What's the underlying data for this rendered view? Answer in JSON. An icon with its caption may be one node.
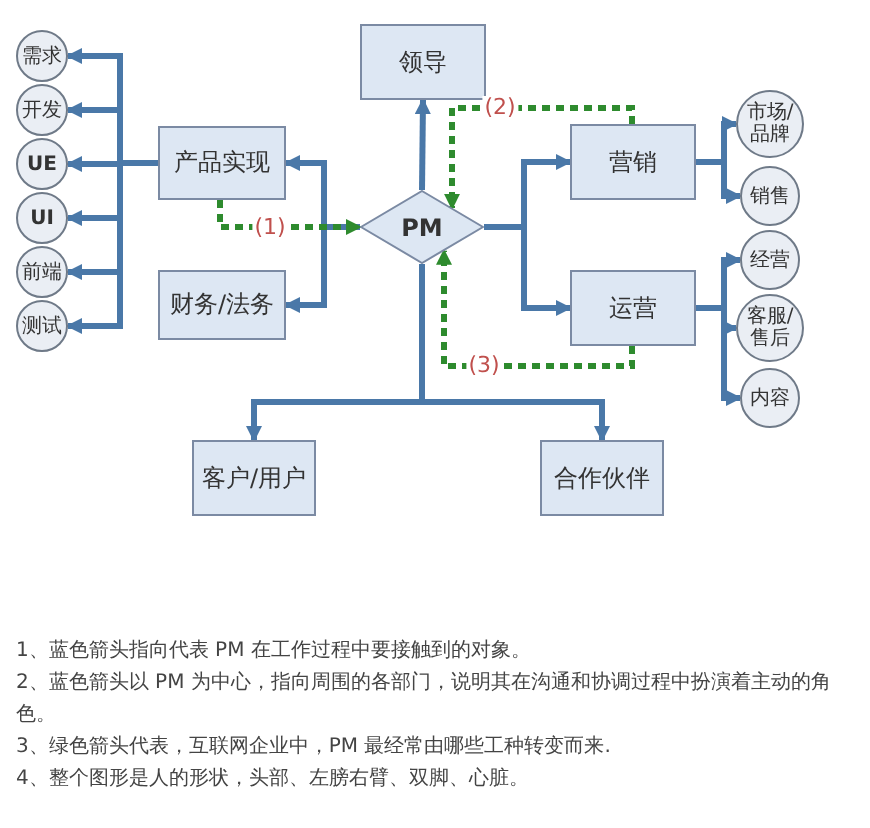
{
  "diagram": {
    "nodes": [
      {
        "text": [
          "领导"
        ]
      },
      {
        "text": [
          "PM"
        ]
      },
      {
        "text": [
          "产品实现"
        ]
      },
      {
        "text": [
          "财务/法务"
        ]
      },
      {
        "text": [
          "营销"
        ]
      },
      {
        "text": [
          "运营"
        ]
      },
      {
        "text": [
          "需求"
        ]
      },
      {
        "text": [
          "开发"
        ]
      },
      {
        "text": [
          "UE"
        ]
      },
      {
        "text": [
          "UI"
        ]
      },
      {
        "text": [
          "前端"
        ]
      },
      {
        "text": [
          "测试"
        ]
      },
      {
        "text": [
          "市场/品牌"
        ]
      },
      {
        "text": [
          "销售"
        ]
      },
      {
        "text": [
          "经营"
        ]
      },
      {
        "text": [
          "客服/售后"
        ]
      },
      {
        "text": [
          "内容"
        ]
      },
      {
        "text": [
          "客户/用户"
        ]
      },
      {
        "text": [
          "合作伙伴"
        ]
      }
    ],
    "edges": [
      {
        "from": 1,
        "to": 0,
        "arrow": "to"
      },
      {
        "from": 1,
        "to": 2,
        "arrow": "to"
      },
      {
        "from": 1,
        "to": 3,
        "arrow": "to"
      },
      {
        "from": 2,
        "to": 6,
        "arrow": "to"
      },
      {
        "from": 2,
        "to": 7,
        "arrow": "to"
      },
      {
        "from": 2,
        "to": 8,
        "arrow": "to"
      },
      {
        "from": 2,
        "to": 9,
        "arrow": "to"
      },
      {
        "from": 2,
        "to": 10,
        "arrow": "to"
      },
      {
        "from": 2,
        "to": 11,
        "arrow": "to"
      },
      {
        "from": 1,
        "to": 4,
        "arrow": "to"
      },
      {
        "from": 1,
        "to": 5,
        "arrow": "to"
      },
      {
        "from": 4,
        "to": 12,
        "arrow": "to"
      },
      {
        "from": 4,
        "to": 13,
        "arrow": "to"
      },
      {
        "from": 5,
        "to": 14,
        "arrow": "to"
      },
      {
        "from": 5,
        "to": 15,
        "arrow": "to"
      },
      {
        "from": 5,
        "to": 16,
        "arrow": "to"
      },
      {
        "from": 1,
        "to": 17,
        "arrow": "to"
      },
      {
        "from": 1,
        "to": 18,
        "arrow": "to"
      },
      {
        "from": 2,
        "to": 1,
        "arrow": "to",
        "label": "(1)",
        "style": "dashed",
        "color": "#2e8b2e"
      },
      {
        "from": 4,
        "to": 1,
        "arrow": "to",
        "label": "(2)",
        "style": "dashed",
        "color": "#2e8b2e"
      },
      {
        "from": 5,
        "to": 1,
        "arrow": "to",
        "label": "(3)",
        "style": "dashed",
        "color": "#2e8b2e"
      }
    ],
    "labels": [
      "1、蓝色箭头指向代表 PM 在工作过程中要接触到的对象。",
      "2、蓝色箭头以 PM 为中心，指向周围的各部门，说明其在沟通和协调过程中扮演着主动的角色。",
      "3、绿色箭头代表，互联网企业中，PM 最经常由哪些工种转变而来.",
      "4、整个图形是人的形状，头部、左膀右臂、双脚、心脏。"
    ]
  }
}
